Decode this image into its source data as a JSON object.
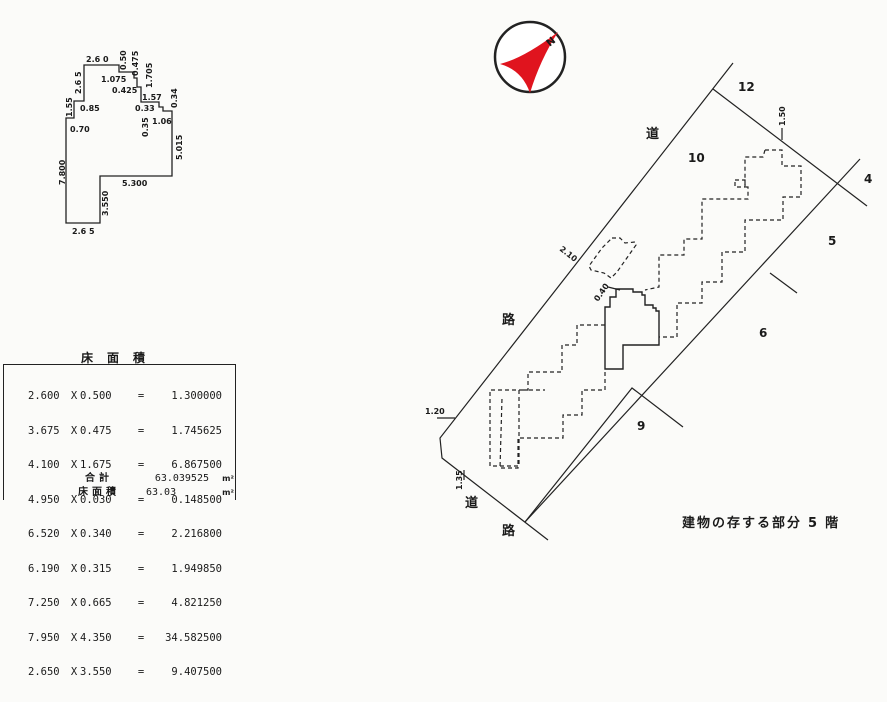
{
  "floor_plan": {
    "dimensions": [
      "2.6 0",
      "0.50",
      "0.475",
      "1.075",
      "0.425",
      "1.705",
      "1.57",
      "0.34",
      "0.33",
      "0.35",
      "1.06",
      "2.6 5",
      "1.55",
      "0.85",
      "0.70",
      "7.800",
      "5.300",
      "5.015",
      "3.550",
      "2.6 5"
    ]
  },
  "area_table": {
    "title": "床面積",
    "rows": [
      {
        "a": "2.600",
        "b": "0.500",
        "result": "1.300000"
      },
      {
        "a": "3.675",
        "b": "0.475",
        "result": "1.745625"
      },
      {
        "a": "4.100",
        "b": "1.675",
        "result": "6.867500"
      },
      {
        "a": "4.950",
        "b": "0.030",
        "result": "0.148500"
      },
      {
        "a": "6.520",
        "b": "0.340",
        "result": "2.216800"
      },
      {
        "a": "6.190",
        "b": "0.315",
        "result": "1.949850"
      },
      {
        "a": "7.250",
        "b": "0.665",
        "result": "4.821250"
      },
      {
        "a": "7.950",
        "b": "4.350",
        "result": "34.582500"
      },
      {
        "a": "2.650",
        "b": "3.550",
        "result": "9.407500"
      }
    ],
    "times": "X",
    "equals": "=",
    "total_label": "合計",
    "total_value": "63.039525",
    "floor_area_label": "床面積",
    "floor_area_value": "63.03",
    "unit": "m²"
  },
  "site_plan": {
    "compass_label": "N",
    "lots": [
      "12",
      "10",
      "4",
      "5",
      "6",
      "9"
    ],
    "road_top": [
      "道",
      "路"
    ],
    "road_bottom": [
      "道",
      "路"
    ],
    "dimensions": {
      "d150": "1.50",
      "d210": "2.10",
      "d040": "0.40",
      "d120": "1.20",
      "d135": "1.35"
    },
    "floor_label": "建物の存する部分",
    "floor_number": "5",
    "floor_suffix": "階",
    "accent_color": "#e0141e"
  }
}
